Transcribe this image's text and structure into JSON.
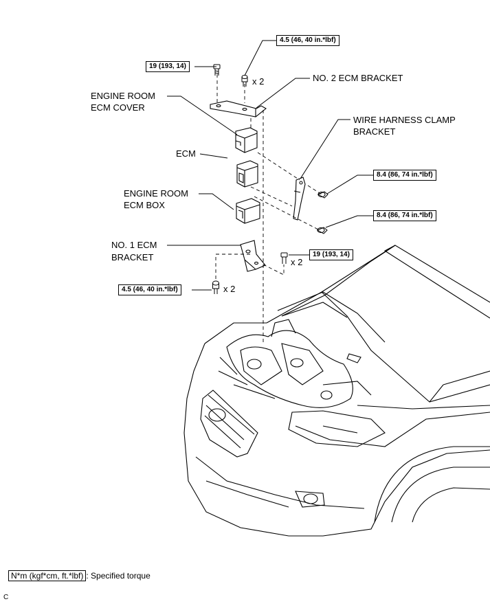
{
  "torque_labels": {
    "no2_bracket_bolt": "4.5 (46, 40 in.*lbf)",
    "no2_bracket_left_bolt": "19 (193, 14)",
    "clamp_bolt_upper": "8.4 (86, 74 in.*lbf)",
    "clamp_bolt_lower": "8.4 (86, 74 in.*lbf)",
    "no1_bracket_right_bolt": "19 (193, 14)",
    "no1_bracket_left_bolt": "4.5 (46, 40 in.*lbf)"
  },
  "multipliers": {
    "top": "x 2",
    "right": "x 2",
    "left": "x 2"
  },
  "parts": {
    "no2_ecm_bracket": "NO. 2 ECM BRACKET",
    "engine_room_ecm_cover_line1": "ENGINE ROOM",
    "engine_room_ecm_cover_line2": "ECM COVER",
    "wire_harness_clamp_line1": "WIRE HARNESS CLAMP",
    "wire_harness_clamp_line2": "BRACKET",
    "ecm": "ECM",
    "engine_room_ecm_box_line1": "ENGINE ROOM",
    "engine_room_ecm_box_line2": "ECM BOX",
    "no1_ecm_bracket_line1": "NO. 1 ECM",
    "no1_ecm_bracket_line2": "BRACKET"
  },
  "legend": {
    "unit_box": "N*m (kgf*cm, ft.*lbf)",
    "description": ": Specified torque"
  },
  "corner_mark": "C"
}
